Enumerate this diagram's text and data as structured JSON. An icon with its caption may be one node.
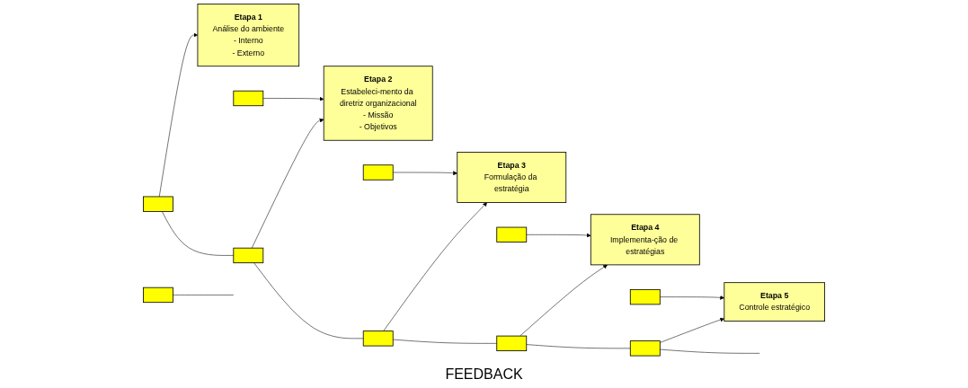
{
  "diagram": {
    "nodes": [
      {
        "text": [
          "Etapa 1",
          "Análise do ambiente",
          "- Interno",
          "- Externo"
        ]
      },
      {
        "text": [
          "Etapa 2",
          "Estabeleci-mento da diretriz organizacional",
          "- Missão",
          "- Objetivos"
        ]
      },
      {
        "text": [
          "Etapa 3",
          "Formulação da estratégia"
        ]
      },
      {
        "text": [
          "Etapa 4",
          "Implementa-ção de estratégias"
        ]
      },
      {
        "text": [
          "Etapa 5",
          "Controle estratégico"
        ]
      },
      {
        "text": [],
        "shape": "box"
      },
      {
        "text": [],
        "shape": "box"
      },
      {
        "text": [],
        "shape": "box"
      },
      {
        "text": [],
        "shape": "box"
      },
      {
        "text": [],
        "shape": "box"
      },
      {
        "text": [],
        "shape": "box"
      },
      {
        "text": [],
        "shape": "box"
      },
      {
        "text": [],
        "shape": "box"
      },
      {
        "text": [],
        "shape": "box"
      },
      {
        "text": [],
        "shape": "box"
      }
    ],
    "edges": [
      {
        "from": 5,
        "to": 1,
        "arrow": "to"
      },
      {
        "from": 6,
        "to": 2,
        "arrow": "to"
      },
      {
        "from": 7,
        "to": 3,
        "arrow": "to"
      },
      {
        "from": 8,
        "to": 4,
        "arrow": "to"
      },
      {
        "from": 9,
        "to": null,
        "arrow": "none"
      },
      {
        "from": 10,
        "to": 0,
        "arrow": "to"
      },
      {
        "from": 11,
        "to": 1,
        "arrow": "to"
      },
      {
        "from": 12,
        "to": 2,
        "arrow": "to"
      },
      {
        "from": 13,
        "to": 3,
        "arrow": "to"
      },
      {
        "from": 14,
        "to": 4,
        "arrow": "to"
      },
      {
        "from": 10,
        "to": 11,
        "arrow": "none"
      },
      {
        "from": 11,
        "to": 12,
        "arrow": "none"
      },
      {
        "from": 12,
        "to": 13,
        "arrow": "none"
      },
      {
        "from": 13,
        "to": 14,
        "arrow": "none"
      },
      {
        "from": 14,
        "to": null,
        "arrow": "none"
      }
    ],
    "labels": [
      "FEEDBACK"
    ]
  }
}
